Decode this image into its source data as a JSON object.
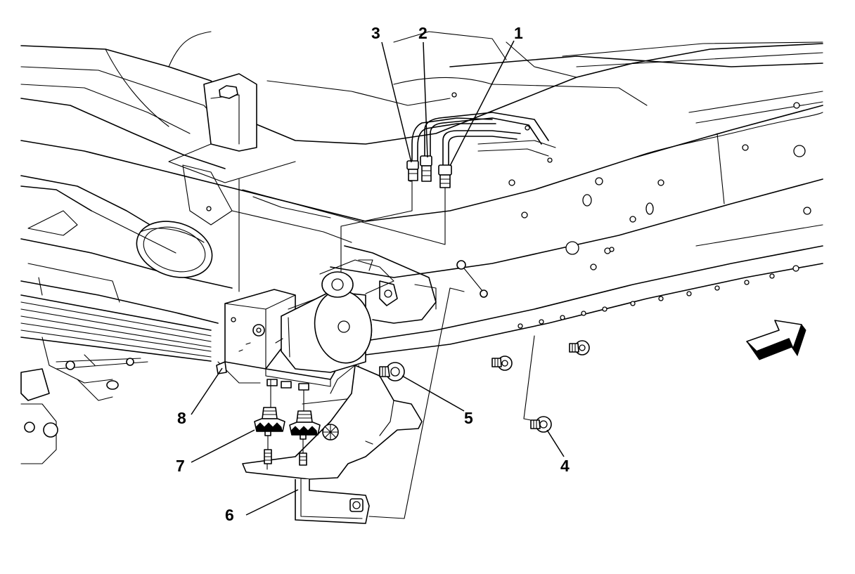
{
  "diagram": {
    "callouts": [
      {
        "id": "c1",
        "label": "1"
      },
      {
        "id": "c2",
        "label": "2"
      },
      {
        "id": "c3",
        "label": "3"
      },
      {
        "id": "c4",
        "label": "4"
      },
      {
        "id": "c5",
        "label": "5"
      },
      {
        "id": "c6",
        "label": "6"
      },
      {
        "id": "c7",
        "label": "7"
      },
      {
        "id": "c8",
        "label": "8"
      }
    ],
    "direction_arrow_icon": "front-direction-arrow-icon"
  }
}
